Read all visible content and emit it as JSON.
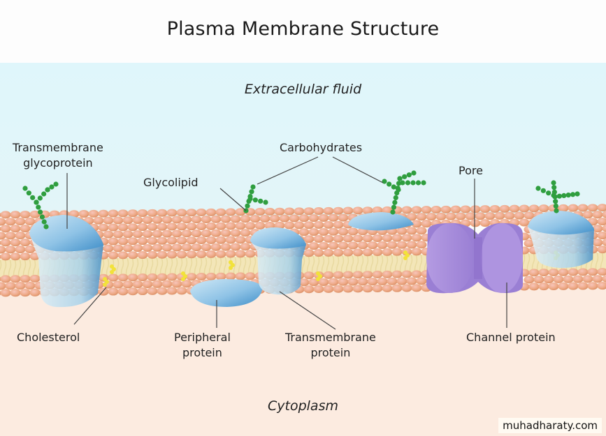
{
  "title": "Plasma Membrane Structure",
  "regions": {
    "extracellular": "Extracellular fluid",
    "cytoplasm": "Cytoplasm"
  },
  "labels": {
    "transmembrane_glycoprotein": [
      "Transmembrane",
      "glycoprotein"
    ],
    "glycolipid": "Glycolipid",
    "carbohydrates": "Carbohydrates",
    "pore": "Pore",
    "cholesterol": "Cholesterol",
    "peripheral_protein": [
      "Peripheral",
      "protein"
    ],
    "transmembrane_protein": [
      "Transmembrane",
      "protein"
    ],
    "channel_protein": "Channel protein"
  },
  "watermark": "muhadharaty.com",
  "colors": {
    "top_background": "#fdfdfd",
    "extracellular": "#dff6fb",
    "cytoplasm": "#fcebe0",
    "phospholipid_head": "#f0b48e",
    "phospholipid_tail": "#f3e6b8",
    "protein_blue": "#8cc4e6",
    "channel_purple": "#a98fdc",
    "carbohydrate_green": "#2f9e3f",
    "cholesterol_yellow": "#f2e23a"
  }
}
